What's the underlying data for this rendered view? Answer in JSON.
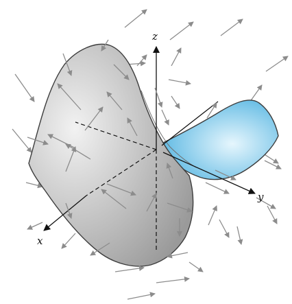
{
  "axes": {
    "x_label": "x",
    "y_label": "y",
    "z_label": "z"
  },
  "colors": {
    "background": "#ffffff",
    "grey_surface_light": "#f2f2f2",
    "grey_surface_dark": "#9a9a9a",
    "blue_surface_light": "#e6f6fd",
    "blue_surface_dark": "#4fb2e0",
    "surface_edge": "#3d3d3d",
    "axis": "#111111",
    "field_arrow": "#8c8c8c"
  },
  "icons": {
    "field_arrows": "arrow-icon",
    "axis_heads": "arrowhead-icon"
  }
}
